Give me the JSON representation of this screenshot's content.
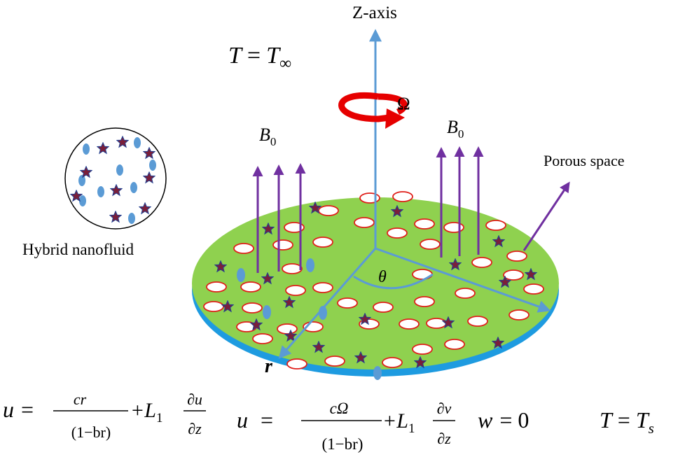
{
  "labels": {
    "z_axis": "Z-axis",
    "omega": "Ω",
    "b0_left": "B",
    "b0_left_sub": "0",
    "b0_right": "B",
    "b0_right_sub": "0",
    "porous_space": "Porous space",
    "hybrid_nanofluid": "Hybrid  nanofluid",
    "theta": "θ",
    "r": "r"
  },
  "top_condition": {
    "T": "T",
    "eq": "=",
    "Tinf": "T",
    "inf_sub": "∞"
  },
  "boundary_conditions": {
    "u1_lhs": "u",
    "u1_eq": "=",
    "u1_num": "cr",
    "u1_den": "(1−br)",
    "u1_plus": "+L",
    "u1_L_sub": "1",
    "u1_d_num": "∂u",
    "u1_d_den": "∂z",
    "u2_lhs": "u",
    "u2_eq": "=",
    "u2_num": "cΩ",
    "u2_den": "(1−br)",
    "u2_plus": "+L",
    "u2_L_sub": "1",
    "u2_d_num": "∂v",
    "u2_d_den": "∂z",
    "w_cond": "w",
    "w_eq": "= 0",
    "T_lhs": "T",
    "T_eq": "=",
    "Ts": "T",
    "Ts_sub": "s"
  },
  "colors": {
    "disk_top": "#8fd14f",
    "disk_edge": "#1e9be0",
    "axis_blue": "#5b9bd5",
    "arrow_purple": "#7030a0",
    "ellipse_red": "#e0201b",
    "star_fill": "#7a1f3a",
    "star_stroke": "#243f8f",
    "particle_blue": "#5b9bd5",
    "rotation_red": "#e60000"
  },
  "icons": [
    "rotation-arrow-icon",
    "star-particle-icon",
    "ellipse-particle-icon"
  ]
}
